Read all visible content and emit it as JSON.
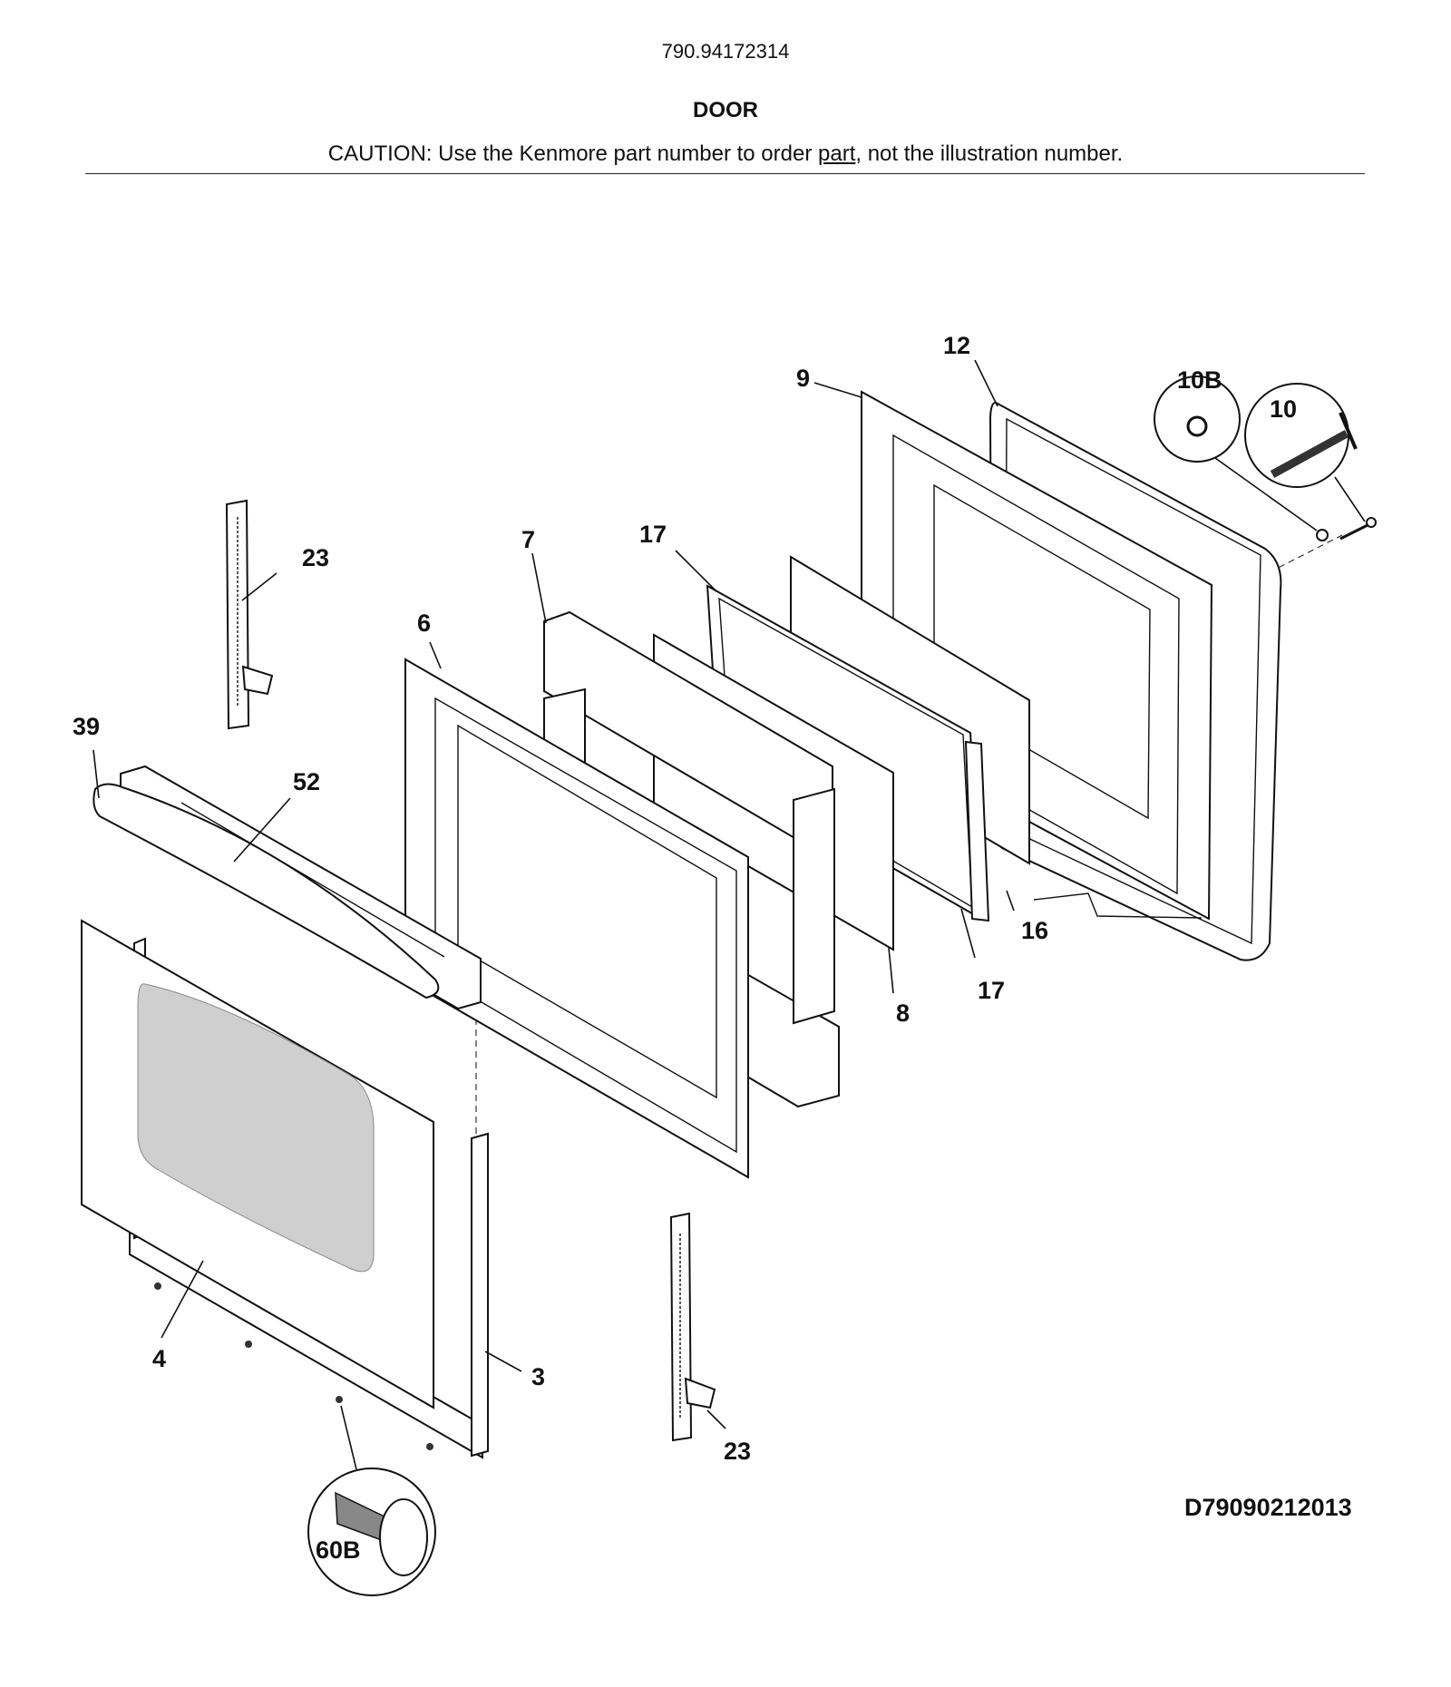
{
  "header": {
    "model_number": "790.94172314",
    "section_title": "DOOR",
    "caution_prefix": "CAUTION: Use the Kenmore part number to order ",
    "caution_underlined": "part",
    "caution_suffix": ", not the illustration number."
  },
  "diagram_id": "D79090212013",
  "callouts": {
    "c3": "3",
    "c4": "4",
    "c6": "6",
    "c7": "7",
    "c8": "8",
    "c9": "9",
    "c10": "10",
    "c10b": "10B",
    "c12": "12",
    "c16": "16",
    "c17a": "17",
    "c17b": "17",
    "c23a": "23",
    "c23b": "23",
    "c39": "39",
    "c52": "52",
    "c60b": "60B"
  }
}
